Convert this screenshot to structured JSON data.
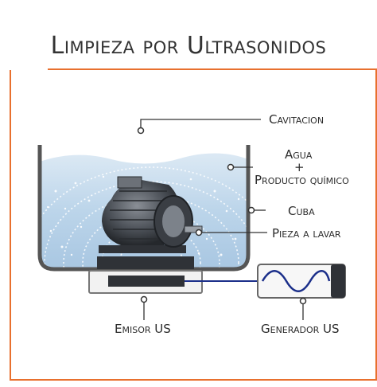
{
  "title": "Limpieza por Ultrasonidos",
  "labels": {
    "cavitacion": "Cavitacion",
    "agua": "Agua",
    "plus": "+",
    "producto": "Producto químico",
    "cuba": "Cuba",
    "pieza": "Pieza a lavar",
    "emisor": "Emisor US",
    "generador": "Generador US"
  },
  "colors": {
    "accent": "#e8702e",
    "water": "#bcd5ea",
    "water_light": "#e2edf6",
    "tank": "#555555",
    "signal": "#1b2f8a"
  }
}
